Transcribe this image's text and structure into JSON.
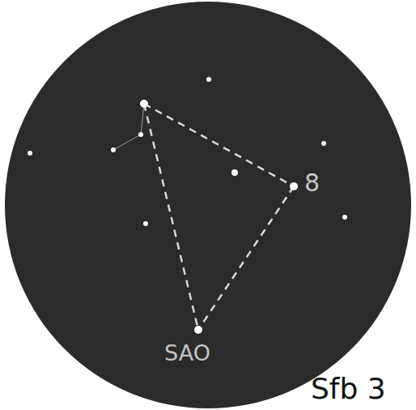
{
  "diagram": {
    "labels": [
      "8",
      "SAO",
      "Sfb 3"
    ]
  }
}
